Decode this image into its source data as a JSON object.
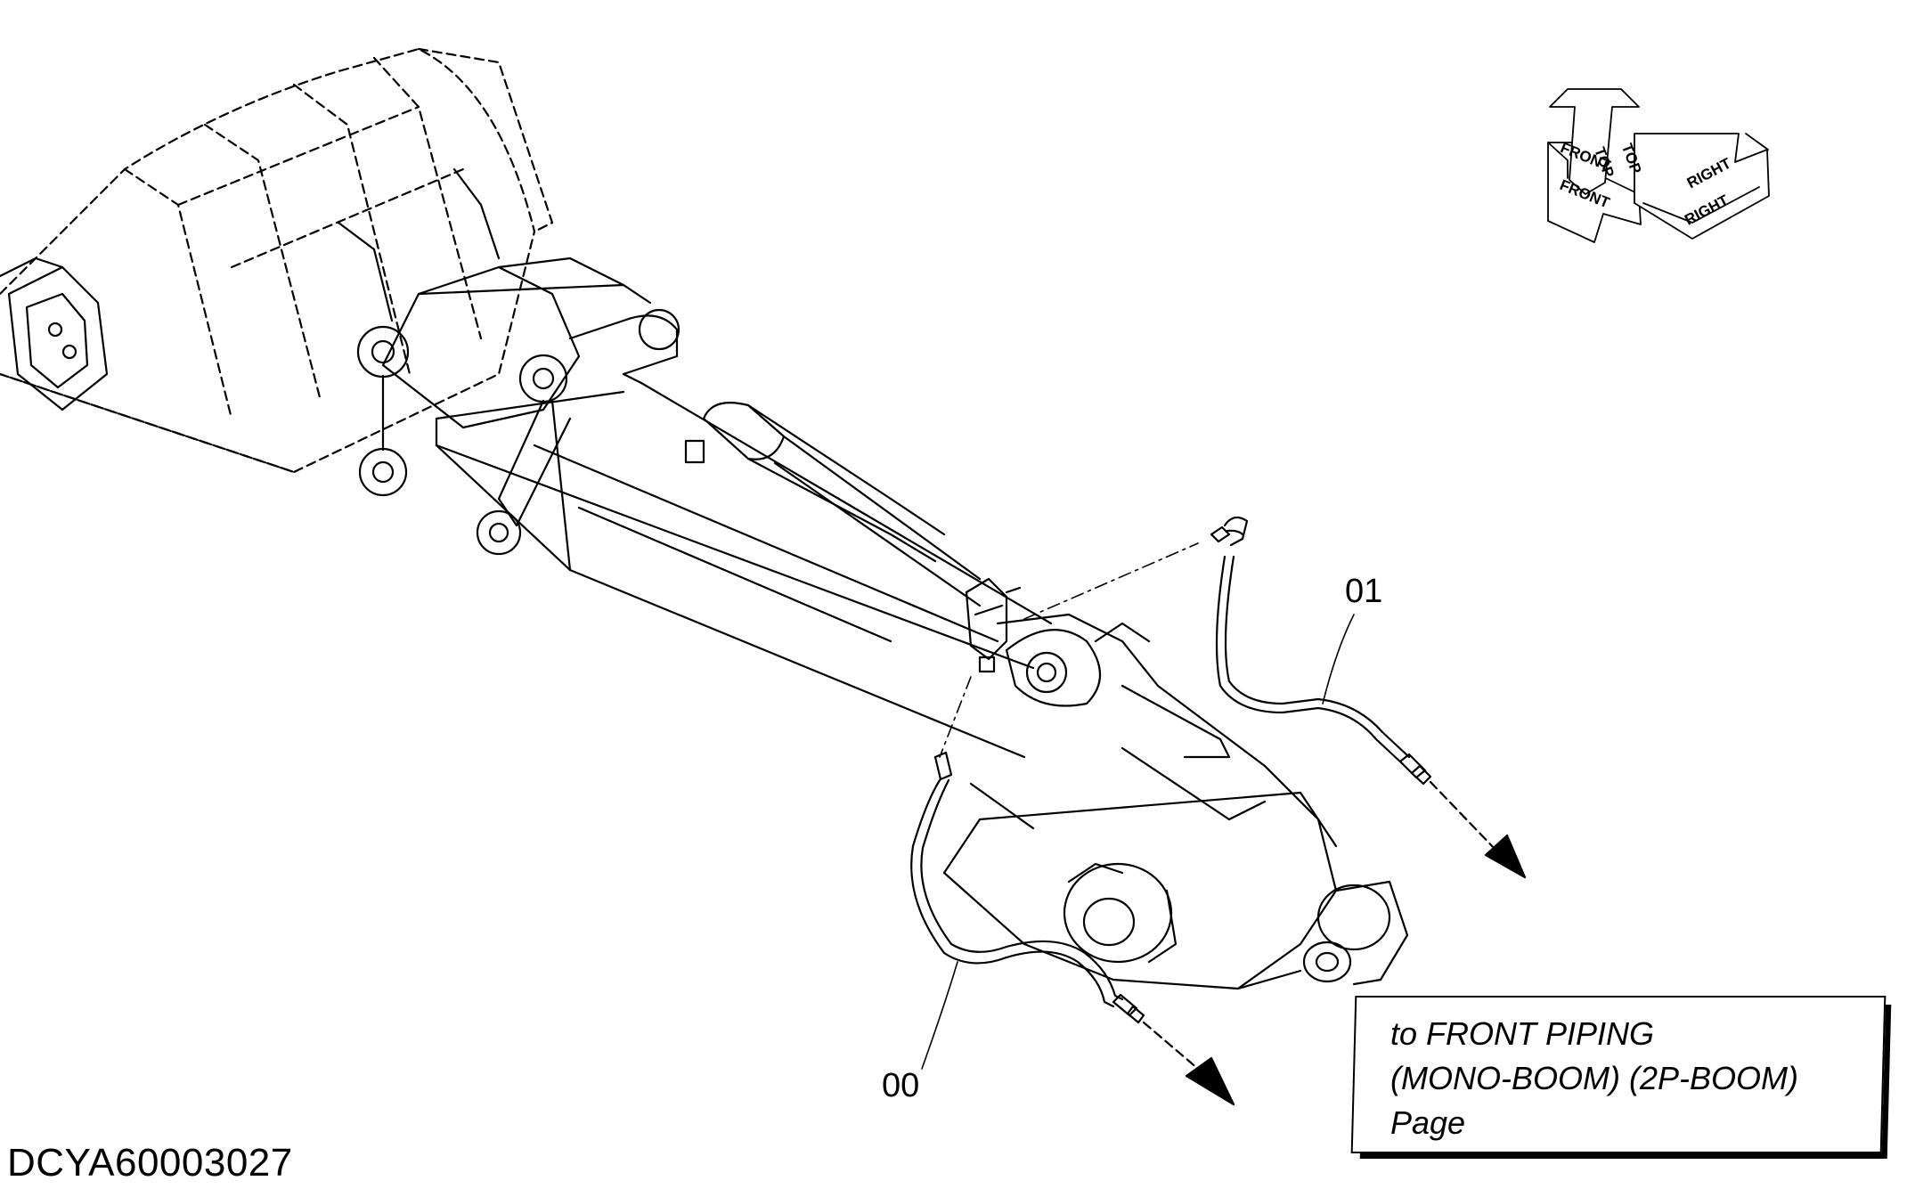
{
  "callouts": {
    "part_00": "00",
    "part_01": "01"
  },
  "reference_note": {
    "line1": "to FRONT PIPING",
    "line2": "(MONO-BOOM) (2P-BOOM)",
    "line3": "Page"
  },
  "drawing_code": "DCYA60003027",
  "orientation": {
    "front": "FRONT",
    "top": "TOP",
    "right": "RIGHT"
  },
  "colors": {
    "ink": "#000000",
    "paper": "#ffffff"
  }
}
